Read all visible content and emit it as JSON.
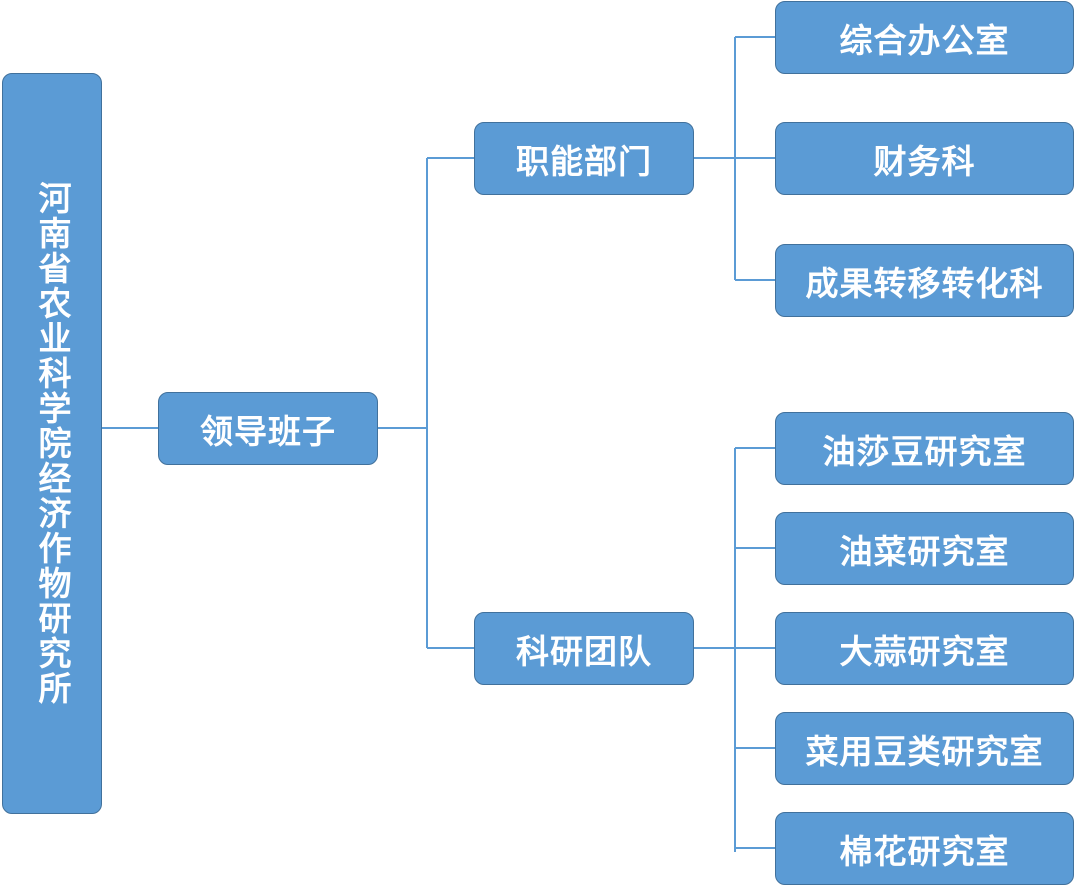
{
  "root": "河南省农业科学院经济作物研究所",
  "leadership": "领导班子",
  "functional": {
    "label": "职能部门",
    "children": [
      "综合办公室",
      "财务科",
      "成果转移转化科"
    ]
  },
  "research": {
    "label": "科研团队",
    "children": [
      "油莎豆研究室",
      "油菜研究室",
      "大蒜研究室",
      "菜用豆类研究室",
      "棉花研究室"
    ]
  },
  "colors": {
    "box_fill": "#5b9bd5",
    "box_border": "#41719c",
    "line": "#5b9bd5"
  }
}
